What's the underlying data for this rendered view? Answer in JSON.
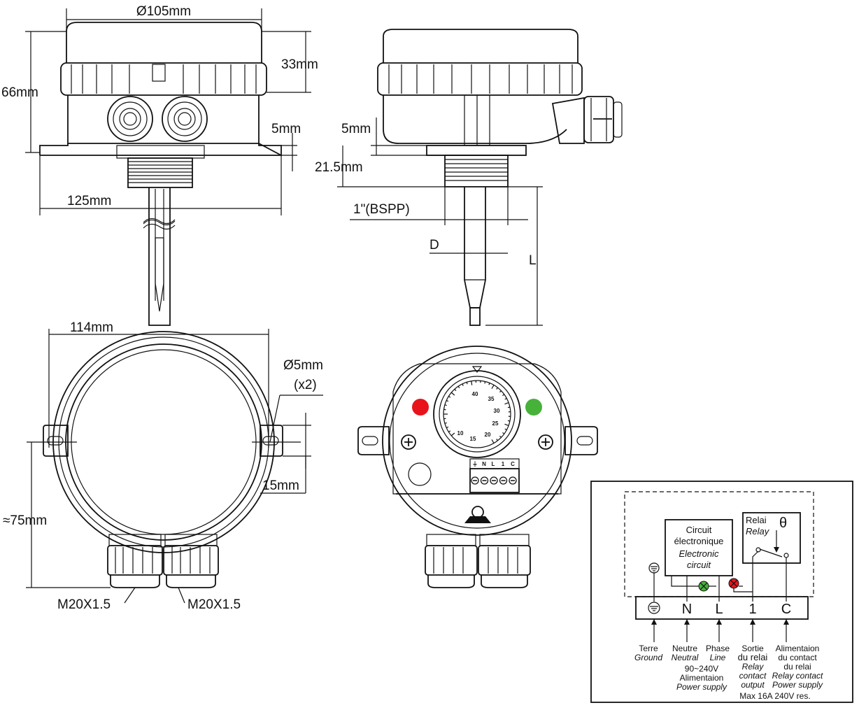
{
  "dimensions": {
    "diameter_top": "Ø105mm",
    "height_total": "66mm",
    "height_cover": "33mm",
    "base_5mm_left": "5mm",
    "base_5mm_side": "5mm",
    "thread_height": "21.5mm",
    "width_base": "125mm",
    "thread_size": "1\"(BSPP)",
    "probe_d": "D",
    "probe_l": "L",
    "width_top_view": "114mm",
    "hole_diameter": "Ø5mm",
    "hole_count": "(x2)",
    "hole_spacing": "15mm",
    "depth_top_view": "≈75mm",
    "gland_left": "M20X1.5",
    "gland_right": "M20X1.5"
  },
  "dial": {
    "ticks": [
      "40",
      "35",
      "30",
      "25",
      "20",
      "15",
      "10"
    ],
    "terminal_letters": [
      "⏚",
      "N",
      "L",
      "1",
      "C"
    ]
  },
  "wiring": {
    "circuit_fr_1": "Circuit",
    "circuit_fr_2": "électronique",
    "circuit_en_1": "Electronic",
    "circuit_en_2": "circuit",
    "relay_fr": "Relai",
    "relay_en": "Relay",
    "theta": "θ",
    "terminals": [
      "⏚",
      "N",
      "L",
      "1",
      "C"
    ],
    "label_ground_fr": "Terre",
    "label_ground_en": "Ground",
    "label_neutral_fr": "Neutre",
    "label_neutral_en": "Neutral",
    "label_phase_fr": "Phase",
    "label_phase_en": "Line",
    "label_sortie_1": "Sortie",
    "label_sortie_2": "du relai",
    "label_sortie_en_1": "Relay",
    "label_sortie_en_2": "contact",
    "label_sortie_en_3": "output",
    "label_alim_1": "Alimentaion",
    "label_alim_2": "du contact",
    "label_alim_3": "du relai",
    "label_alim_en_1": "Relay contact",
    "label_alim_en_2": "Power supply",
    "label_voltage": "90~240V",
    "label_alim_fr": "Alimentaion",
    "label_power_en": "Power supply",
    "label_max": "Max 16A 240V res."
  },
  "colors": {
    "led_red": "#e8141c",
    "led_green": "#46b23a",
    "line": "#111111"
  }
}
